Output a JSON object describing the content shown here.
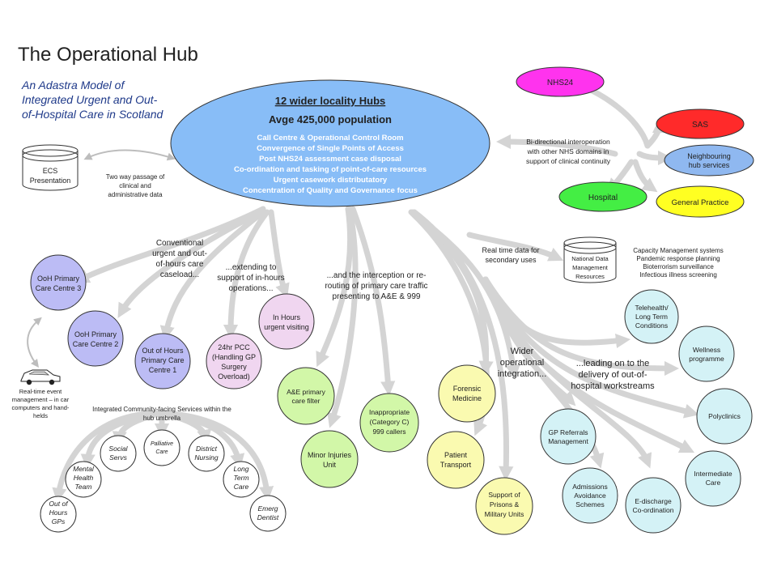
{
  "title": "The Operational Hub",
  "subtitle": [
    "An Adastra Model of",
    "Integrated Urgent and Out-",
    "of-Hospital Care in Scotland"
  ],
  "hub": {
    "heading1": "12 wider locality Hubs",
    "heading2": "Avge 425,000 population",
    "lines": [
      "Call  Centre & Operational Control Room",
      "Convergence of Single Points of Access",
      "Post NHS24 assessment case disposal",
      "Co-ordination and tasking of point-of-care resources",
      "Urgent casework distributatory",
      "Concentration of Quality and Governance focus"
    ]
  },
  "domains": {
    "nhs24": "NHS24",
    "sas": "SAS",
    "neighbouring": [
      "Neighbouring",
      "hub services"
    ],
    "hospital": "Hospital",
    "general_practice": "General Practice",
    "interop_text": [
      "Bi-directional interoperation",
      "with other NHS domains in",
      "support of clinical continuity"
    ]
  },
  "ecs": {
    "label": [
      "ECS",
      "Presentation"
    ],
    "note": [
      "Two way passage of",
      "clinical and",
      "administrative data"
    ]
  },
  "ndmr": {
    "label": [
      "National Data",
      "Management",
      "Resources"
    ],
    "lead": [
      "Real time data for",
      "secondary uses"
    ],
    "uses": [
      "Capacity Management systems",
      "Pandemic response planning",
      "Bioterrorism surveillance",
      "Infectious illness screening"
    ]
  },
  "annotations": {
    "conventional": [
      "Conventional",
      "urgent and out-",
      "of-hours care",
      "caseload..."
    ],
    "extending": [
      "...extending to",
      "support of in-hours",
      "operations..."
    ],
    "interception": [
      "...and the interception or re-",
      "routing of primary care traffic",
      "presenting to A&E & 999"
    ],
    "wider": [
      "Wider",
      "operational",
      "integration..."
    ],
    "leading": [
      "...leading on to the",
      "delivery of out-of-",
      "hospital workstreams"
    ],
    "integrated": [
      "Integrated Community-facing Services within the",
      "hub umbrella"
    ],
    "realtime": [
      "Real-time event",
      "management – in car",
      "computers and hand-",
      "helds"
    ]
  },
  "ooh": {
    "centre3": [
      "OoH Primary",
      "Care Centre 3"
    ],
    "centre2": [
      "OoH Primary",
      "Care Centre 2"
    ],
    "centre1": [
      "Out of Hours",
      "Primary Care",
      "Centre 1"
    ]
  },
  "inhours": {
    "pcc": [
      "24hr PCC",
      "(Handling GP",
      "Surgery",
      "Overload)"
    ],
    "visiting": [
      "In Hours",
      "urgent visiting"
    ]
  },
  "community": {
    "ooh_gps": [
      "Out of",
      "Hours",
      "GPs"
    ],
    "mental_health": [
      "Mental",
      "Health",
      "Team"
    ],
    "social": [
      "Social",
      "Servs"
    ],
    "palliative": [
      "Palliative",
      "Care"
    ],
    "district": [
      "District",
      "Nursing"
    ],
    "long_term": [
      "Long",
      "Term",
      "Care"
    ],
    "emerg_dentist": [
      "Emerg",
      "Dentist"
    ]
  },
  "ae": {
    "filter": [
      "A&E primary",
      "care filter"
    ],
    "minor": [
      "Minor Injuries",
      "Unit"
    ],
    "inappropriate": [
      "Inappropriate",
      "(Category C)",
      "999 callers"
    ]
  },
  "wider_nodes": {
    "forensic": [
      "Forensic",
      "Medicine"
    ],
    "transport": [
      "Patient",
      "Transport"
    ],
    "prisons": [
      "Support of",
      "Prisons &",
      "Military Units"
    ]
  },
  "workstreams": {
    "telehealth": [
      "Telehealth/",
      "Long Term",
      "Conditions"
    ],
    "wellness": [
      "Wellness",
      "programme"
    ],
    "polyclinics": [
      "Polyclinics"
    ],
    "intermediate": [
      "Intermediate",
      "Care"
    ],
    "gp_referrals": [
      "GP Referrals",
      "Management"
    ],
    "admissions": [
      "Admissions",
      "Avoidance",
      "Schemes"
    ],
    "edischarge": [
      "E-discharge",
      "Co-ordination"
    ]
  },
  "colors": {
    "hub": "#88bdf7",
    "nhs24": "#ff33ee",
    "sas": "#ff2a2a",
    "neighbouring": "#8fb8f0",
    "hospital": "#44ee44",
    "general_practice": "#ffff22",
    "ooh": "#bcbcf5",
    "pink": "#f0d6f0",
    "community": "#ffffff",
    "green": "#d2f7a8",
    "yellow": "#fafab0",
    "cyan": "#d4f2f6",
    "arrow": "#d4d4d4",
    "subtitle": "#1f3a8a"
  }
}
